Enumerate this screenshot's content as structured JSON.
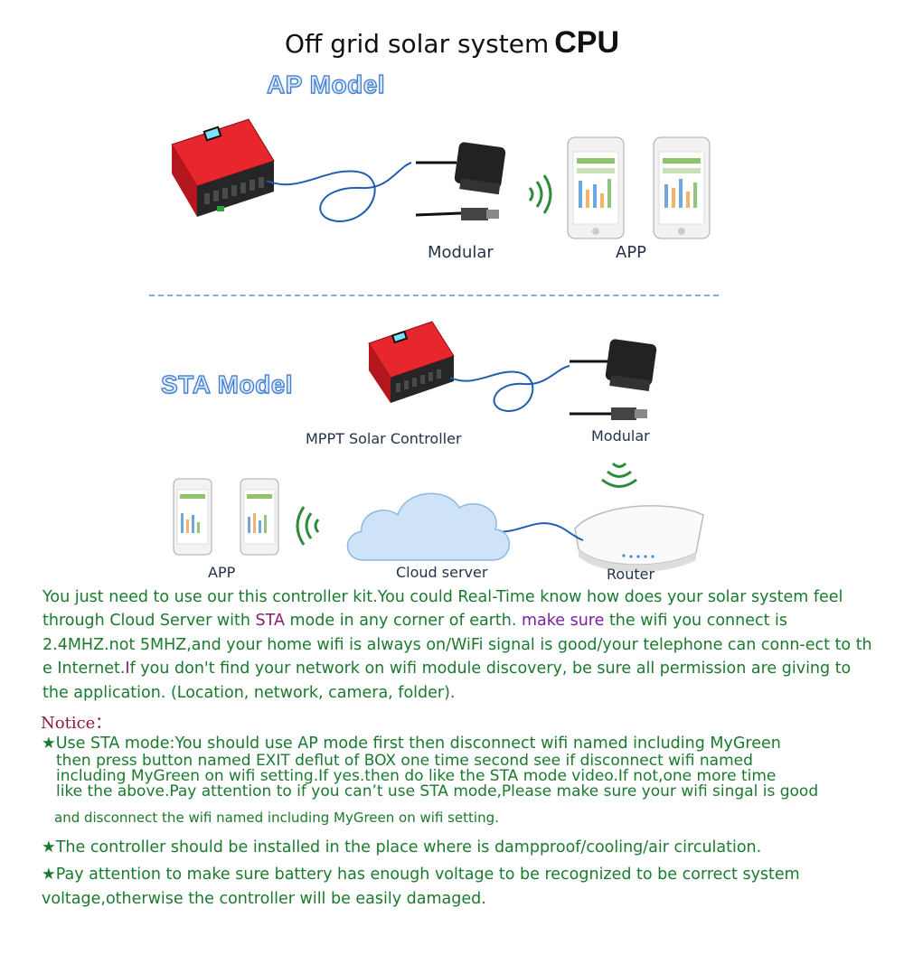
{
  "header": {
    "title": "Off grid solar system",
    "title_bold": "CPU"
  },
  "ap_section": {
    "model_label": "AP Model",
    "modular_label": "Modular",
    "app_label": "APP"
  },
  "sta_section": {
    "model_label": "STA Model",
    "controller_label": "MPPT Solar Controller",
    "modular_label": "Modular",
    "app_label": "APP",
    "cloud_label": "Cloud server",
    "router_label": "Router"
  },
  "description": {
    "p1": "You just need to use our this controller kit.You could Real-Time know how does your solar system feel through Cloud Server with ",
    "sta": "STA",
    "p2": " mode in any corner of earth.  ",
    "make_sure": "make sure",
    "p3": " the wifi you connect is 2.4MHZ.not 5MHZ,and your home wifi is always on/WiFi signal is good/your telephone can conn-ect to th e Internet.",
    "if_word": "I",
    "p4": "f you don't find your network on wifi module discovery, be sure all permission are giving to the application. (Location, network, camera, folder)."
  },
  "notice": {
    "title": "Notice：",
    "star": "★",
    "item1_line1": "Use STA mode:You should use AP mode first then disconnect wifi named including MyGreen",
    "item1_line2": "then press button named EXIT deflut of BOX one time second see if disconnect wifi named",
    "item1_line3": "including MyGreen on wifi setting.If yes.then do like the STA mode video.If not,one more time",
    "item1_line4": "like the above.Pay attention to if you can’t use STA mode,Please make sure your wifi singal is good",
    "item1_line5": "and disconnect the wifi named including MyGreen on wifi setting.",
    "item2": "The controller should be installed in the place where is dampproof/cooling/air circulation.",
    "item3_line1": "Pay attention to make sure battery has enough voltage to be recognized to be correct system",
    "item3_line2": "voltage,otherwise the controller will be easily damaged."
  },
  "colors": {
    "controller_red": "#e8262d",
    "controller_dark": "#262626",
    "cable_blue": "#1f5fb0",
    "wifi_green": "#2e8b3a",
    "text_green": "#1a7a2d"
  }
}
